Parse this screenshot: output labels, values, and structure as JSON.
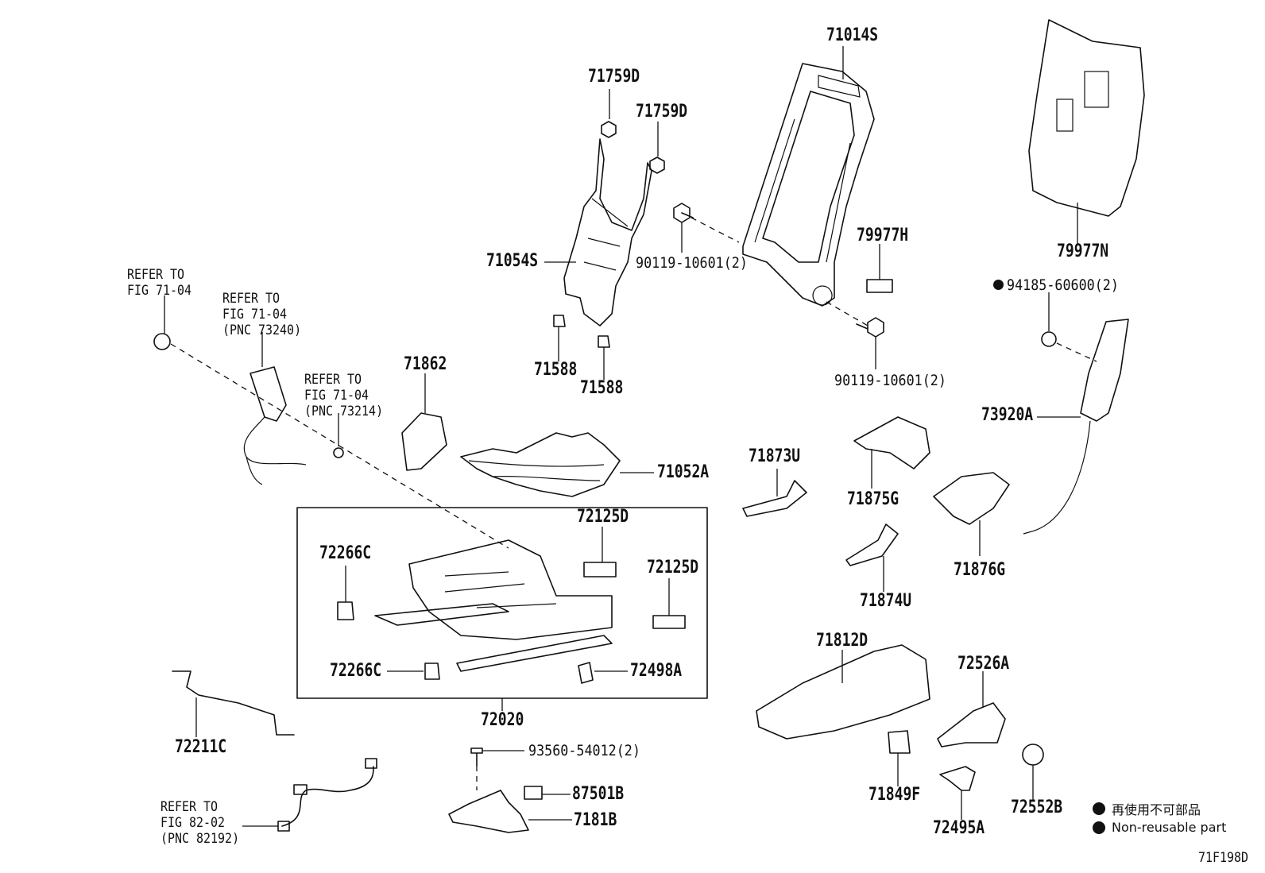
{
  "labels": {
    "p71014S": "71014S",
    "p71759D_a": "71759D",
    "p71759D_b": "71759D",
    "p71054S": "71054S",
    "p90119_a": "90119-10601(2)",
    "p79977H": "79977H",
    "p79977N": "79977N",
    "p94185": "94185-60600(2)",
    "p71588_a": "71588",
    "p71588_b": "71588",
    "p90119_b": "90119-10601(2)",
    "p71862": "71862",
    "p73920A": "73920A",
    "p71052A": "71052A",
    "p71873U": "71873U",
    "p71875G": "71875G",
    "p71876G": "71876G",
    "p72125D_a": "72125D",
    "p72266C_a": "72266C",
    "p72125D_b": "72125D",
    "p71874U": "71874U",
    "p72266C_b": "72266C",
    "p72498A": "72498A",
    "p71812D": "71812D",
    "p72526A": "72526A",
    "p72020": "72020",
    "p72211C": "72211C",
    "p93560": "93560-54012(2)",
    "p71849F": "71849F",
    "p87501B": "87501B",
    "p7181B": "7181B",
    "p72495A": "72495A",
    "p72552B": "72552B"
  },
  "refs": {
    "r1": "REFER TO\nFIG 71-04",
    "r2": "REFER TO\nFIG 71-04\n(PNC 73240)",
    "r3": "REFER TO\nFIG 71-04\n(PNC 73214)",
    "r4": "REFER TO\nFIG 82-02\n(PNC 82192)"
  },
  "legend": {
    "jp": "再使用不可部品",
    "en": "Non-reusable part"
  },
  "figure_id": "71F198D"
}
